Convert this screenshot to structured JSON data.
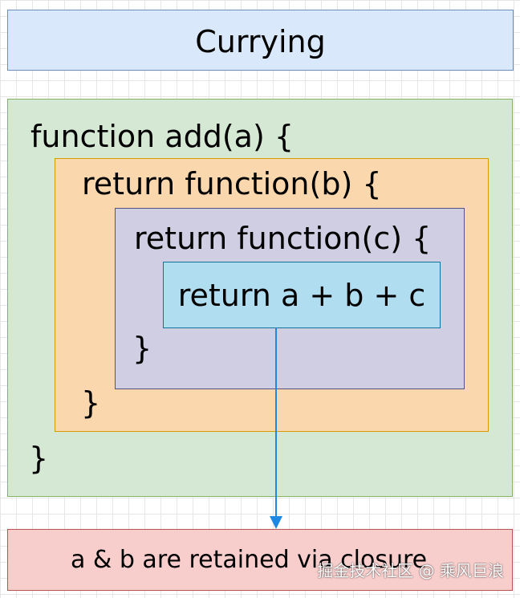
{
  "title": "Currying",
  "code": {
    "outer_open": "function add(a) {",
    "mid_open": "return function(b) {",
    "inner_open": "return function(c) {",
    "core": "return a + b + c",
    "inner_close": "}",
    "mid_close": "}",
    "outer_close": "}"
  },
  "result": "a & b are retained via closure",
  "watermark": "掘金技术社区 @ 乘风巨浪",
  "colors": {
    "title_fill": "#dae8fc",
    "outer_fill": "#d5e8d4",
    "mid_fill": "#fad7ac",
    "inner_fill": "#d0cee2",
    "core_fill": "#b1ddf0",
    "result_fill": "#f8cecc",
    "arrow": "#1e88e5"
  }
}
